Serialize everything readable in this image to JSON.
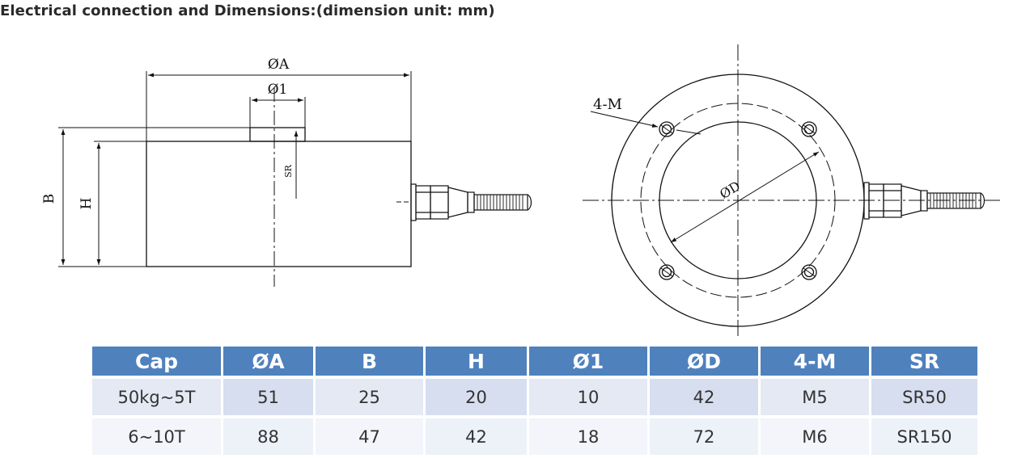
{
  "title": "Electrical connection and Dimensions:(dimension unit: mm)",
  "drawing": {
    "side_view_labels": {
      "diameter_a": "ØA",
      "diameter_1": "Ø1",
      "height_b": "B",
      "height_h": "H",
      "sr": "SR"
    },
    "top_view_labels": {
      "mounting_holes": "4-M",
      "diameter_d": "ØD"
    }
  },
  "table": {
    "headers": [
      "Cap",
      "ØA",
      "B",
      "H",
      "Ø1",
      "ØD",
      "4-M",
      "SR"
    ],
    "rows": [
      [
        "50kg~5T",
        "51",
        "25",
        "20",
        "10",
        "42",
        "M5",
        "SR50"
      ],
      [
        "6~10T",
        "88",
        "47",
        "42",
        "18",
        "72",
        "M6",
        "SR150"
      ]
    ]
  },
  "colors": {
    "header_bg": "#4f81bd",
    "row1_bg": "#d6deef",
    "row2_bg": "#edf1f8"
  }
}
